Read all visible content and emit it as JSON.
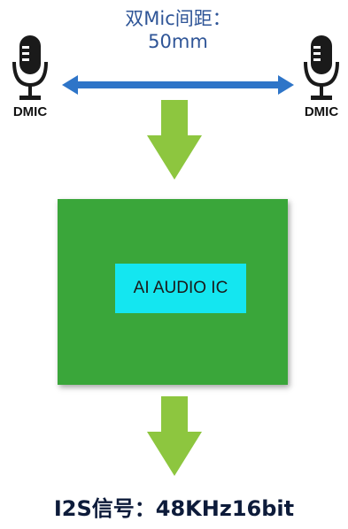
{
  "diagram": {
    "spacing": {
      "line1": "双Mic间距：",
      "line2": "50mm"
    },
    "mics": [
      {
        "label": "DMIC"
      },
      {
        "label": "DMIC"
      }
    ],
    "chip": {
      "label": "AI AUDIO IC"
    },
    "output": {
      "label": "I2S信号：48KHz16bit"
    },
    "colors": {
      "spacing_text": "#2f5597",
      "double_arrow": "#2e75c8",
      "flow_arrow": "#8dc63f",
      "chip_body": "#3aa63a",
      "chip_label_bg": "#14e6f0",
      "output_text": "#0d1b3a"
    }
  }
}
